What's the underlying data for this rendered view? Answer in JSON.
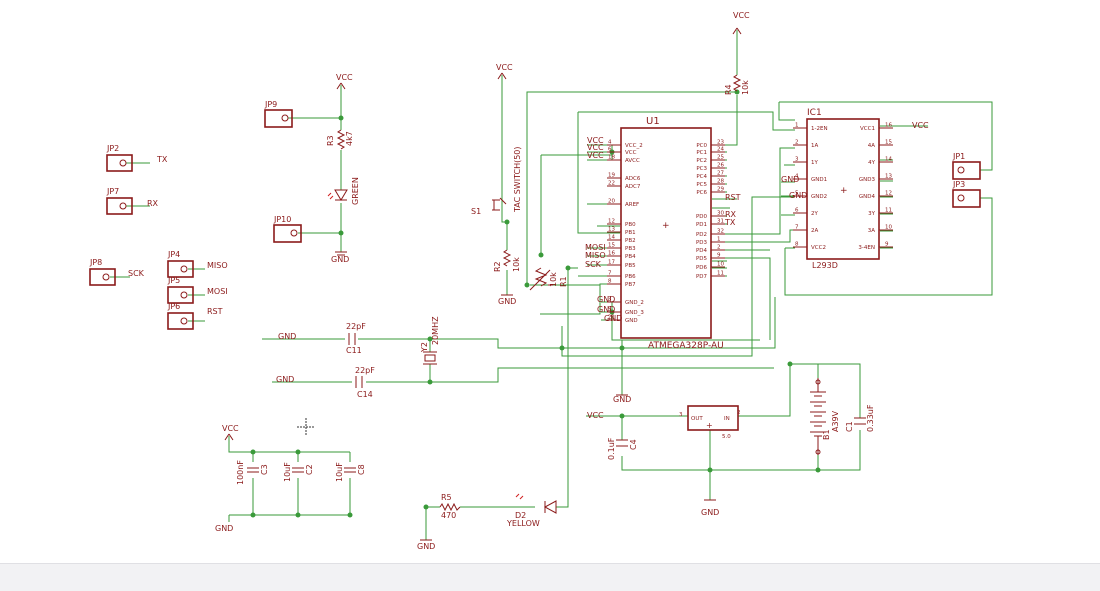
{
  "labels": {
    "u1_name": "U1",
    "u1_value": "ATMEGA328P-AU",
    "ic1_name": "IC1",
    "ic1_value": "L293D",
    "vcc": "VCC",
    "gnd": "GND",
    "jp2": "JP2",
    "tx": "TX",
    "jp7": "JP7",
    "rx": "RX",
    "jp8": "JP8",
    "sck": "SCK",
    "jp4": "JP4",
    "miso": "MISO",
    "jp5": "JP5",
    "mosi": "MOSI",
    "jp6": "JP6",
    "rst": "RST",
    "jp9": "JP9",
    "jp10": "JP10",
    "jp1": "JP1",
    "jp3": "JP3",
    "r3": "R3",
    "r3v": "4k7",
    "led_green": "GREEN",
    "s1": "S1",
    "tac": "TAC SWITCH(50)",
    "r2": "R2",
    "r2v": "10k",
    "r1": "R1",
    "r1v": "10k",
    "r4": "R4",
    "r4v": "10k",
    "c11": "C11",
    "c11v": "22pF",
    "c14": "C14",
    "c14v": "22pF",
    "y2": "Y2",
    "y2v": "20MHZ",
    "c4": "C4",
    "c4v": "0.1uF",
    "c1": "C1",
    "c1v": "0.33uF",
    "b1": "B1",
    "b1v": "A39V",
    "reg_in": "IN",
    "reg_out": "OUT",
    "reg_v": "5.0",
    "c3": "C3",
    "c3v": "100nF",
    "c2": "C2",
    "c2v": "10uF",
    "c8": "C8",
    "c8v": "10uF",
    "r5": "R5",
    "r5v": "470",
    "d2": "D2",
    "led_yellow": "YELLOW"
  },
  "u1_left_pins": [
    {
      "name": "VCC_2",
      "num": "4"
    },
    {
      "name": "VCC",
      "num": "6"
    },
    {
      "name": "AVCC",
      "num": "18"
    },
    {
      "name": "ADC6",
      "num": "19"
    },
    {
      "name": "ADC7",
      "num": "22"
    },
    {
      "name": "AREF",
      "num": "20"
    },
    {
      "name": "PB0",
      "num": "12"
    },
    {
      "name": "PB1",
      "num": "13"
    },
    {
      "name": "PB2",
      "num": "14"
    },
    {
      "name": "PB3",
      "num": "15"
    },
    {
      "name": "PB4",
      "num": "16"
    },
    {
      "name": "PB5",
      "num": "17"
    },
    {
      "name": "PB6",
      "num": "7"
    },
    {
      "name": "PB7",
      "num": "8"
    },
    {
      "name": "GND_2",
      "num": "3"
    },
    {
      "name": "GND_3",
      "num": "5"
    },
    {
      "name": "GND",
      "num": "21"
    }
  ],
  "u1_right_pins": [
    {
      "name": "PC0",
      "num": "23"
    },
    {
      "name": "PC1",
      "num": "24"
    },
    {
      "name": "PC2",
      "num": "25"
    },
    {
      "name": "PC3",
      "num": "26"
    },
    {
      "name": "PC4",
      "num": "27"
    },
    {
      "name": "PC5",
      "num": "28"
    },
    {
      "name": "PC6",
      "num": "29"
    },
    {
      "name": "PD0",
      "num": "30"
    },
    {
      "name": "PD1",
      "num": "31"
    },
    {
      "name": "PD2",
      "num": "32"
    },
    {
      "name": "PD3",
      "num": "1"
    },
    {
      "name": "PD4",
      "num": "2"
    },
    {
      "name": "PD5",
      "num": "9"
    },
    {
      "name": "PD6",
      "num": "10"
    },
    {
      "name": "PD7",
      "num": "11"
    }
  ],
  "ic1_left_pins": [
    {
      "name": "1-2EN",
      "num": "1"
    },
    {
      "name": "1A",
      "num": "2"
    },
    {
      "name": "1Y",
      "num": "3"
    },
    {
      "name": "GND1",
      "num": "4"
    },
    {
      "name": "GND2",
      "num": "5"
    },
    {
      "name": "2Y",
      "num": "6"
    },
    {
      "name": "2A",
      "num": "7"
    },
    {
      "name": "VCC2",
      "num": "8"
    }
  ],
  "ic1_right_pins": [
    {
      "name": "VCC1",
      "num": "16"
    },
    {
      "name": "4A",
      "num": "15"
    },
    {
      "name": "4Y",
      "num": "14"
    },
    {
      "name": "GND3",
      "num": "13"
    },
    {
      "name": "GND4",
      "num": "12"
    },
    {
      "name": "3Y",
      "num": "11"
    },
    {
      "name": "3A",
      "num": "10"
    },
    {
      "name": "3-4EN",
      "num": "9"
    }
  ],
  "colors": {
    "part": "#8b1a1a",
    "wire": "#3a9a3a",
    "background": "#ffffff"
  }
}
